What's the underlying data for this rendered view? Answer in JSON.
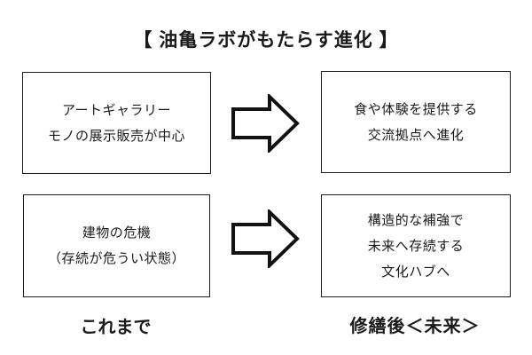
{
  "title": "【 油亀ラボがもたらす進化 】",
  "colors": {
    "background": "#ffffff",
    "border": "#1f1f1f",
    "text": "#1a1a1a"
  },
  "rows": [
    {
      "before": {
        "lines": [
          "アートギャラリー",
          "モノの展示販売が中心"
        ]
      },
      "after": {
        "lines": [
          "食や体験を提供する",
          "交流拠点へ進化"
        ]
      }
    },
    {
      "before": {
        "lines": [
          "建物の危機",
          "（存続が危うい状態）"
        ]
      },
      "after": {
        "lines": [
          "構造的な補強で",
          "未来へ存続する",
          "文化ハブへ"
        ]
      }
    }
  ],
  "column_labels": {
    "before": "これまで",
    "after": "修繕後＜未来＞"
  },
  "icons": {
    "arrow": "block-right-arrow-icon"
  }
}
